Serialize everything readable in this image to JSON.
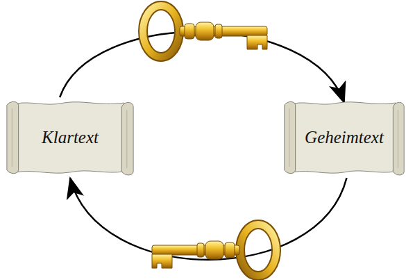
{
  "diagram": {
    "nodes": [
      {
        "text": [
          "Klartext"
        ]
      },
      {
        "text": [
          "Geheimtext"
        ]
      }
    ],
    "edges": [
      {
        "from": 0,
        "to": 1,
        "arrow": "to"
      },
      {
        "from": 1,
        "to": 0,
        "arrow": "to"
      }
    ]
  }
}
